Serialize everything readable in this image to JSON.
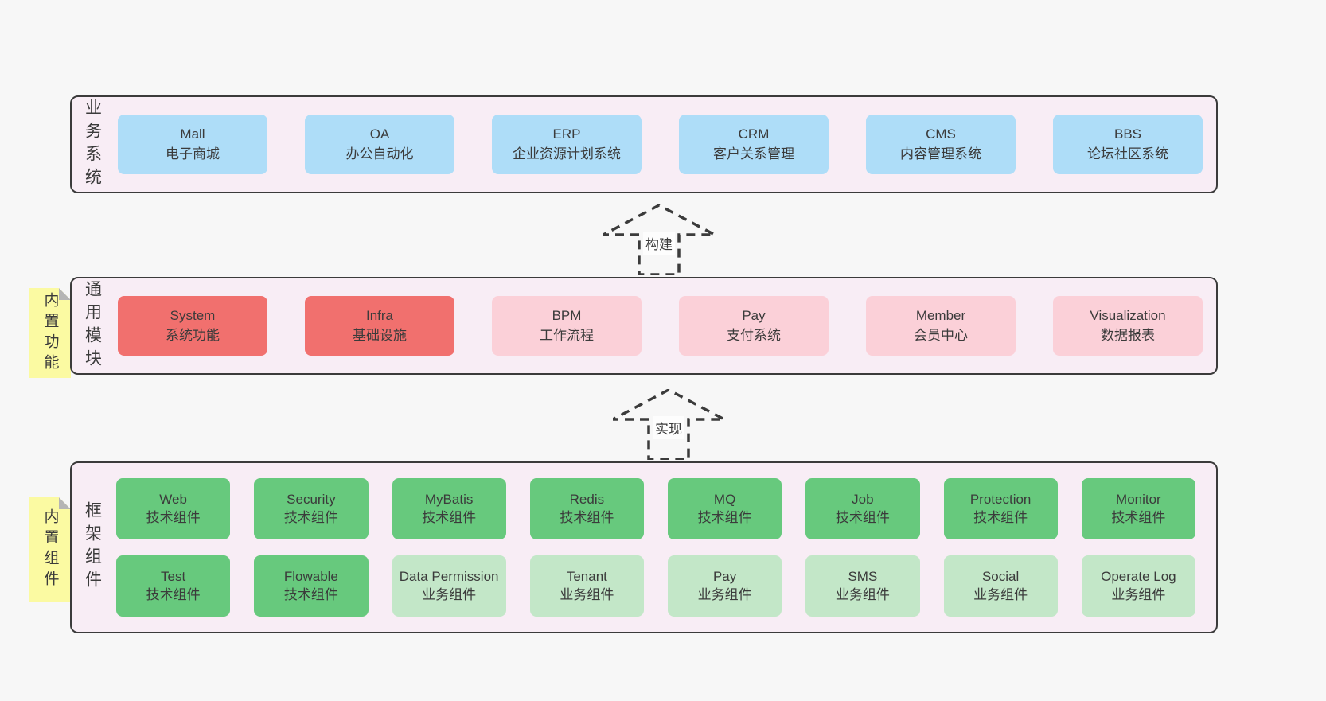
{
  "colors": {
    "page_bg": "#f7f7f7",
    "layer_bg": "#f8edf5",
    "border": "#3b3b3b",
    "blue_box": "#aeddf8",
    "red_box": "#f1706e",
    "pink_box": "#fbd0d8",
    "green_box": "#67c97d",
    "light_green_box": "#c3e7c8",
    "note_yellow": "#fbfaa2"
  },
  "arrows": [
    {
      "label": "构建"
    },
    {
      "label": "实现"
    }
  ],
  "layers": [
    {
      "label": "业务系统",
      "boxes": [
        {
          "name": "Mall",
          "desc": "电子商城",
          "type": "blue"
        },
        {
          "name": "OA",
          "desc": "办公自动化",
          "type": "blue"
        },
        {
          "name": "ERP",
          "desc": "企业资源计划系统",
          "type": "blue"
        },
        {
          "name": "CRM",
          "desc": "客户关系管理",
          "type": "blue"
        },
        {
          "name": "CMS",
          "desc": "内容管理系统",
          "type": "blue"
        },
        {
          "name": "BBS",
          "desc": "论坛社区系统",
          "type": "blue"
        }
      ]
    },
    {
      "label": "通用模块",
      "note": "内置功能",
      "boxes": [
        {
          "name": "System",
          "desc": "系统功能",
          "type": "red"
        },
        {
          "name": "Infra",
          "desc": "基础设施",
          "type": "red"
        },
        {
          "name": "BPM",
          "desc": "工作流程",
          "type": "pink"
        },
        {
          "name": "Pay",
          "desc": "支付系统",
          "type": "pink"
        },
        {
          "name": "Member",
          "desc": "会员中心",
          "type": "pink"
        },
        {
          "name": "Visualization",
          "desc": "数据报表",
          "type": "pink"
        }
      ]
    },
    {
      "label": "框架组件",
      "note": "内置组件",
      "boxes": [
        {
          "name": "Web",
          "desc": "技术组件",
          "type": "green"
        },
        {
          "name": "Security",
          "desc": "技术组件",
          "type": "green"
        },
        {
          "name": "MyBatis",
          "desc": "技术组件",
          "type": "green"
        },
        {
          "name": "Redis",
          "desc": "技术组件",
          "type": "green"
        },
        {
          "name": "MQ",
          "desc": "技术组件",
          "type": "green"
        },
        {
          "name": "Job",
          "desc": "技术组件",
          "type": "green"
        },
        {
          "name": "Protection",
          "desc": "技术组件",
          "type": "green"
        },
        {
          "name": "Monitor",
          "desc": "技术组件",
          "type": "green"
        },
        {
          "name": "Test",
          "desc": "技术组件",
          "type": "green"
        },
        {
          "name": "Flowable",
          "desc": "技术组件",
          "type": "green"
        },
        {
          "name": "Data Permission",
          "desc": "业务组件",
          "type": "lightgreen"
        },
        {
          "name": "Tenant",
          "desc": "业务组件",
          "type": "lightgreen"
        },
        {
          "name": "Pay",
          "desc": "业务组件",
          "type": "lightgreen"
        },
        {
          "name": "SMS",
          "desc": "业务组件",
          "type": "lightgreen"
        },
        {
          "name": "Social",
          "desc": "业务组件",
          "type": "lightgreen"
        },
        {
          "name": "Operate Log",
          "desc": "业务组件",
          "type": "lightgreen"
        }
      ]
    }
  ]
}
